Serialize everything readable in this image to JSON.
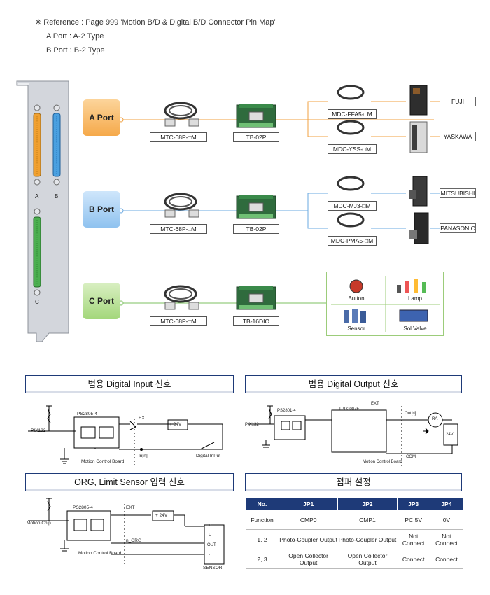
{
  "reference": {
    "line1": "※  Reference : Page 999  'Motion B/D & Digital B/D Connector Pin Map'",
    "line2": "A Port : A-2 Type",
    "line3": "B Port : B-2 Type"
  },
  "bracket_labels": {
    "a": "A",
    "b": "B",
    "c": "C"
  },
  "ports": {
    "a": {
      "label": "A Port",
      "cable": "MTC-68P-□M",
      "board": "TB-02P",
      "drivers": [
        {
          "cable": "MDC-FFA5-□M",
          "brand": "FUJI"
        },
        {
          "cable": "MDC-YSS-□M",
          "brand": "YASKAWA"
        }
      ]
    },
    "b": {
      "label": "B Port",
      "cable": "MTC-68P-□M",
      "board": "TB-02P",
      "drivers": [
        {
          "cable": "MDC-MJ3-□M",
          "brand": "MITSUBISHI"
        },
        {
          "cable": "MDC-PMA5-□M",
          "brand": "PANASONIC"
        }
      ]
    },
    "c": {
      "label": "C Port",
      "cable": "MTC-68P-□M",
      "board": "TB-16DIO",
      "devices": [
        "Button",
        "Lamp",
        "Sensor",
        "Sol Valve"
      ]
    }
  },
  "sections": {
    "digital_input": "범용 Digital Input 신호",
    "digital_output": "범용 Digital Output 신호",
    "org_limit": "ORG, Limit Sensor 입력 신호",
    "jumper": "점퍼 설정"
  },
  "input_circuit": {
    "chip": "PS2805-4",
    "signal": "PIX132",
    "ext": "EXT",
    "voltage": "+ 24V",
    "board": "Motion Control Board",
    "in_n": "In[n]",
    "digital_input": "Digital InPut"
  },
  "output_circuit": {
    "chip": "PS2801-4",
    "signal": "PIX132",
    "driver": "TPD2007F",
    "ext": "EXT",
    "out_n": "Out[n]",
    "ra": "RA",
    "voltage": "24V",
    "com": "COM",
    "board": "Motion Control Board"
  },
  "org_circuit": {
    "chip": "PS2805-4",
    "signal": "Motion Chip",
    "ext": "EXT",
    "voltage": "+ 24V",
    "org": "n_ORG",
    "board": "Motion Control Board",
    "sensor": "SENSOR",
    "pins": [
      "+",
      "L",
      "OUT",
      "-"
    ]
  },
  "jumper_table": {
    "headers": [
      "No.",
      "JP1",
      "JP2",
      "JP3",
      "JP4"
    ],
    "rows": [
      [
        "Function",
        "CMP0",
        "CMP1",
        "PC 5V",
        "0V"
      ],
      [
        "1, 2",
        "Photo-Coupler Output",
        "Photo-Coupler Output",
        "Not Connect",
        "Not Connect"
      ],
      [
        "2, 3",
        "Open Collector Output",
        "Open Collector Output",
        "Connect",
        "Connect"
      ]
    ]
  },
  "colors": {
    "a_line": "#f0a040",
    "b_line": "#6aa8e0",
    "c_line": "#7cc060",
    "navy": "#1e3a78",
    "bracket": "#c0c4cc",
    "connector_a": "#f0a030",
    "connector_b": "#4aa0e0",
    "connector_c": "#4caf50"
  }
}
